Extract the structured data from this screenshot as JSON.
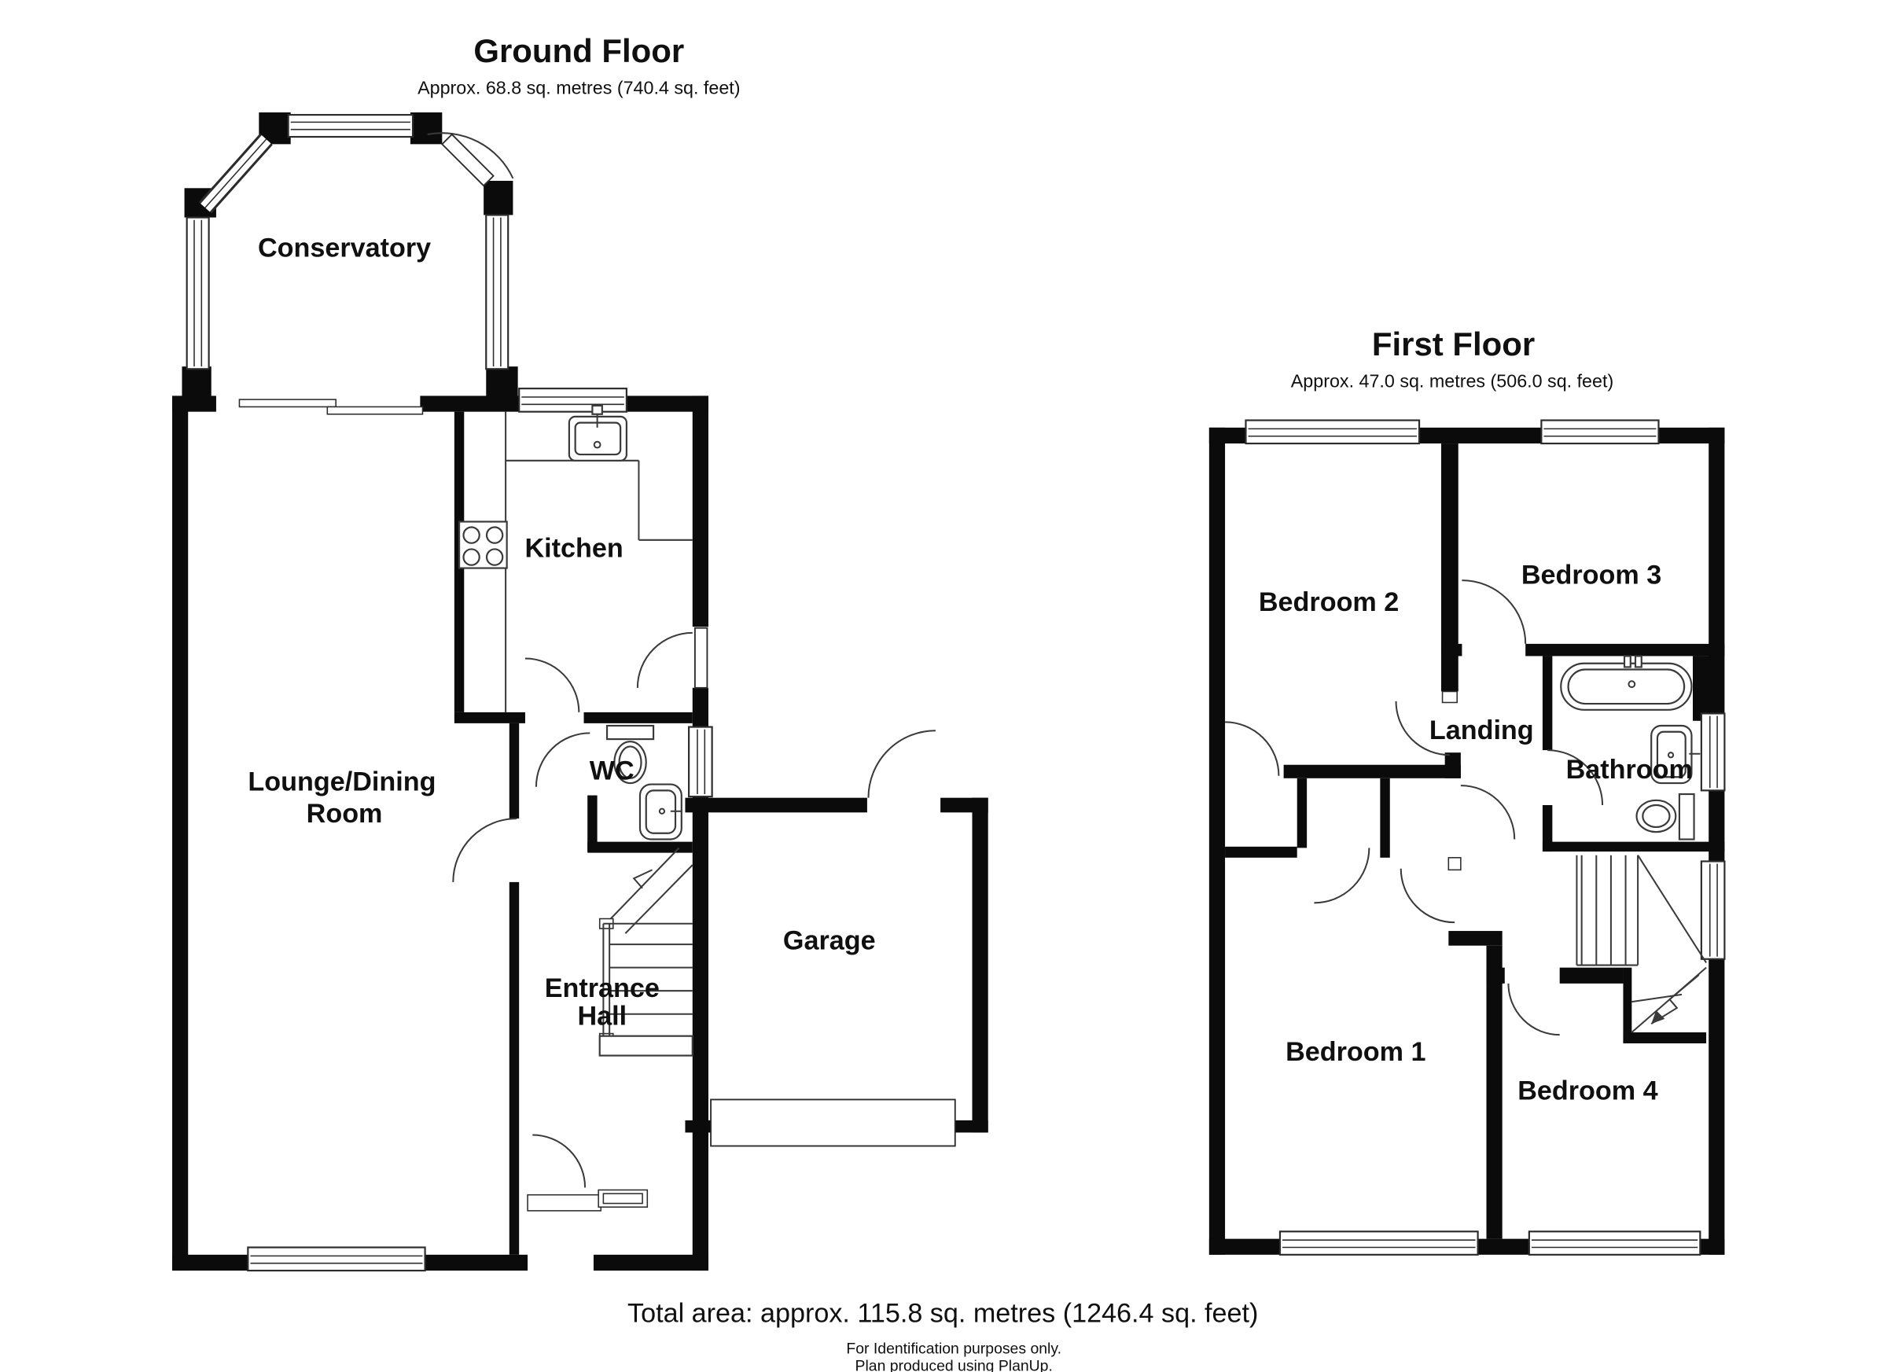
{
  "document_type": "floorplan",
  "colors": {
    "wall": "#0b0b0b",
    "background": "#ffffff",
    "text": "#101010"
  },
  "ground": {
    "title": "Ground Floor",
    "area": "Approx. 68.8 sq. metres (740.4 sq. feet)",
    "rooms": {
      "conservatory": "Conservatory",
      "kitchen": "Kitchen",
      "wc": "WC",
      "lounge1": "Lounge/Dining",
      "lounge2": "Room",
      "hall1": "Entrance",
      "hall2": "Hall",
      "garage": "Garage"
    }
  },
  "first": {
    "title": "First Floor",
    "area": "Approx. 47.0 sq. metres (506.0 sq. feet)",
    "rooms": {
      "bed1": "Bedroom 1",
      "bed2": "Bedroom 2",
      "bed3": "Bedroom 3",
      "bed4": "Bedroom 4",
      "landing": "Landing",
      "bathroom": "Bathroom"
    }
  },
  "footer": {
    "total": "Total area: approx. 115.8 sq. metres (1246.4 sq. feet)",
    "note1": "For Identification purposes only.",
    "note2": "Plan produced using PlanUp."
  }
}
